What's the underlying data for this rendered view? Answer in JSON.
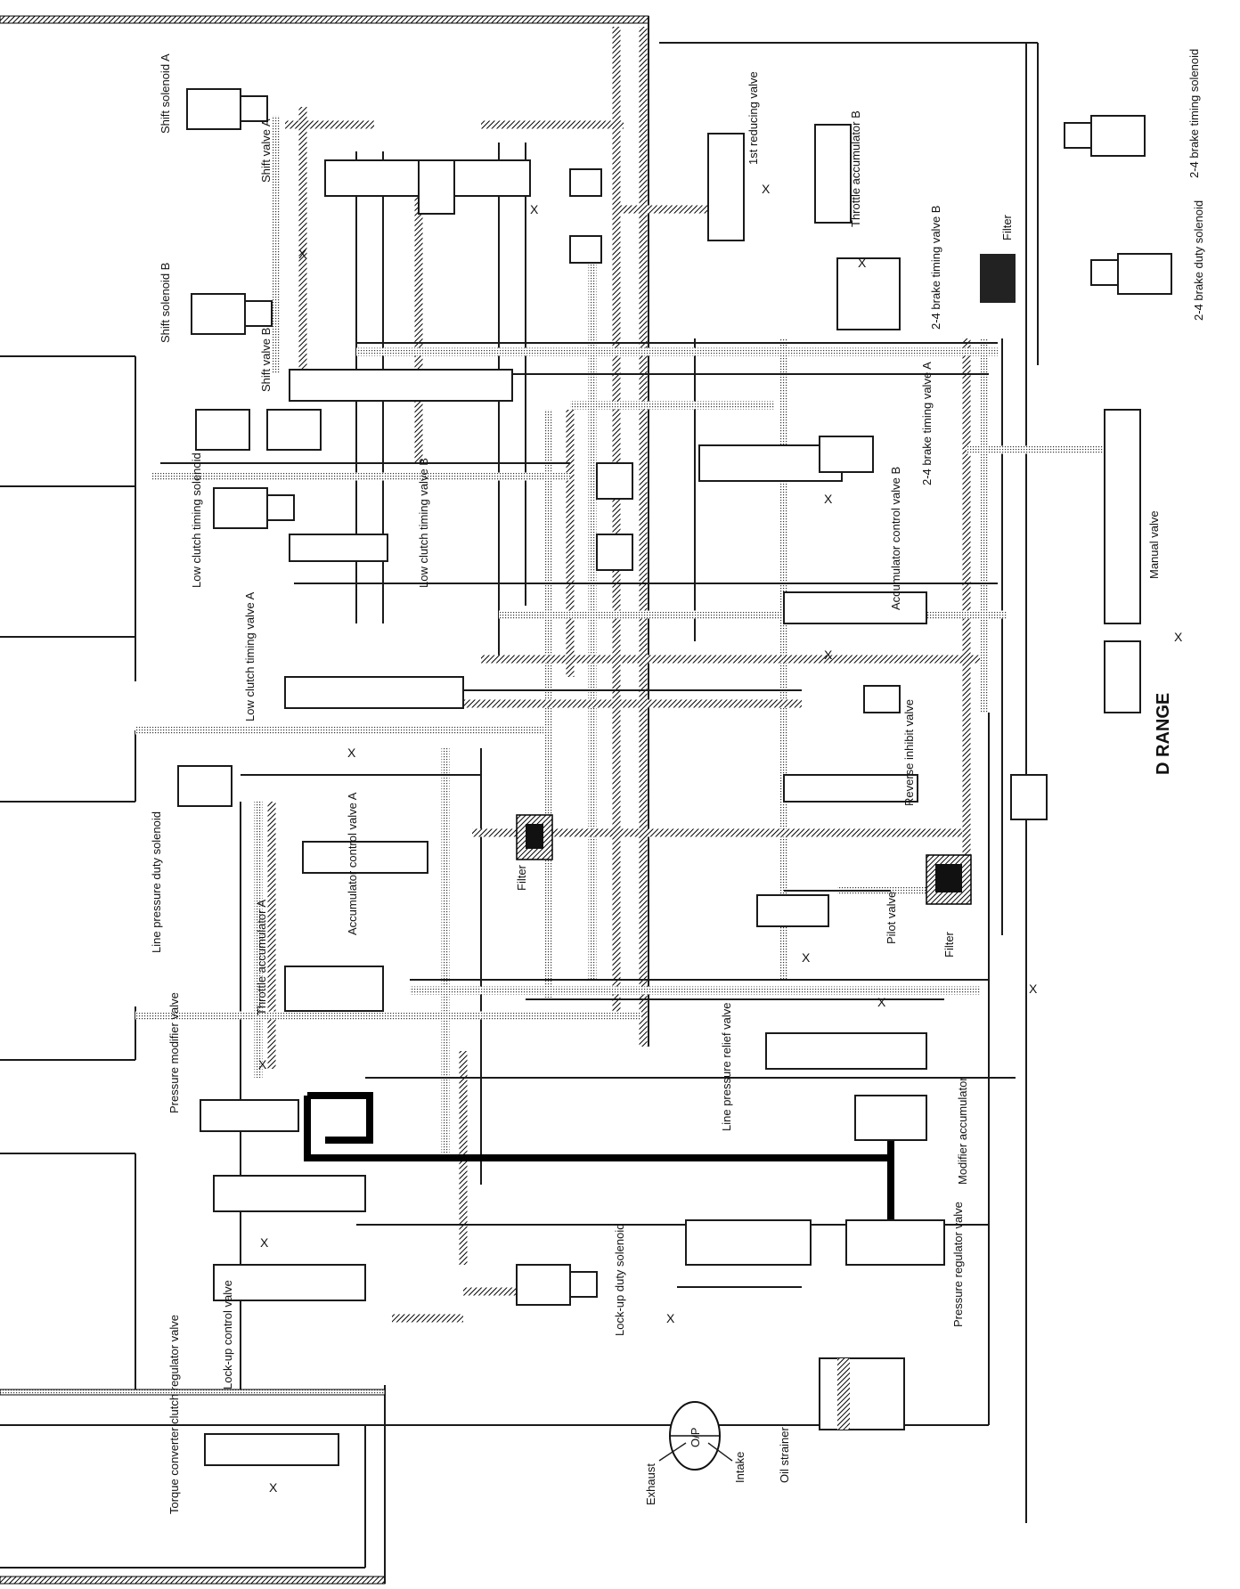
{
  "diagram": {
    "range_title": "D RANGE",
    "labels": {
      "shift_solenoid_a": "Shift solenoid A",
      "shift_valve_a": "Shift valve A",
      "shift_solenoid_b": "Shift solenoid B",
      "shift_valve_b": "Shift valve B",
      "first_reducing_valve": "1st reducing valve",
      "throttle_accumulator_b": "Throttle accumulator B",
      "brake_timing_solenoid": "2-4 brake timing solenoid",
      "brake_timing_valve_b": "2-4 brake timing valve B",
      "filter_top": "Filter",
      "brake_duty_solenoid": "2-4 brake duty solenoid",
      "brake_timing_valve_a": "2-4 brake timing valve A",
      "low_clutch_timing_solenoid": "Low clutch timing solenoid",
      "low_clutch_timing_valve_b": "Low clutch timing valve B",
      "accumulator_control_valve_b": "Accumulator control valve B",
      "manual_valve": "Manual valve",
      "low_clutch_timing_valve_a": "Low clutch timing valve A",
      "reverse_inhibit_valve": "Reverse inhibit valve",
      "line_pressure_duty_solenoid": "Line pressure duty solenoid",
      "filter_mid": "Filter",
      "accumulator_control_valve_a": "Accumulator control valve A",
      "throttle_accumulator_a": "Throttle accumulator A",
      "pilot_valve": "Pilot valve",
      "filter_right": "Filter",
      "pressure_modifier_valve": "Pressure modifier valve",
      "line_pressure_relief_valve": "Line pressure relief valve",
      "modifier_accumulator": "Modifier accumulator",
      "pressure_regulator_valve": "Pressure regulator valve",
      "lockup_control_valve": "Lock-up control valve",
      "lockup_duty_solenoid": "Lock-up duty solenoid",
      "exhaust": "Exhaust",
      "intake": "Intake",
      "oil_pump": "O/P",
      "oil_strainer": "Oil strainer",
      "torque_converter_clutch_regulator_valve": "Torque converter clutch regulator valve"
    },
    "exhaust_mark": "X"
  }
}
